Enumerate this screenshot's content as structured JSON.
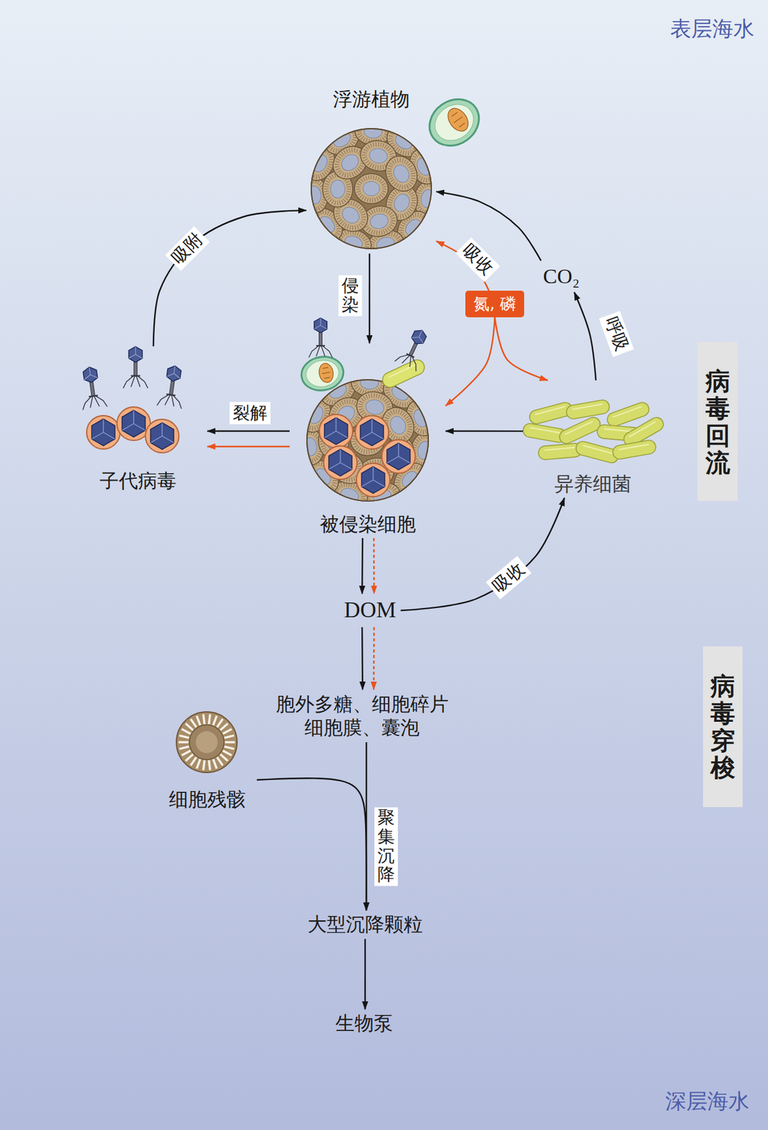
{
  "diagram": {
    "nodes": [
      {
        "text": [
          "浮游植物"
        ]
      },
      {
        "text": [
          "CO₂"
        ]
      },
      {
        "text": [
          "氮, 磷"
        ]
      },
      {
        "text": [
          "子代病毒"
        ]
      },
      {
        "text": [
          "被侵染细胞"
        ]
      },
      {
        "text": [
          "异养细菌"
        ]
      },
      {
        "text": [
          "病毒回流"
        ]
      },
      {
        "text": [
          "DOM"
        ]
      },
      {
        "text": [
          "胞外多糖、细胞碎片 细胞膜、囊泡"
        ]
      },
      {
        "text": [
          "病毒穿梭"
        ]
      },
      {
        "text": [
          "细胞残骸"
        ]
      },
      {
        "text": [
          "大型沉降颗粒"
        ]
      },
      {
        "text": [
          "生物泵"
        ]
      }
    ],
    "edges": [
      {
        "from": 3,
        "to": 0,
        "arrow": "to",
        "label": "吸附"
      },
      {
        "from": 0,
        "to": 4,
        "arrow": "to",
        "label": "侵染"
      },
      {
        "from": 4,
        "to": 3,
        "arrow": "to",
        "label": "裂解"
      },
      {
        "from": 4,
        "to": 3,
        "arrow": "to"
      },
      {
        "from": 5,
        "to": 4,
        "arrow": "to"
      },
      {
        "from": 5,
        "to": 1,
        "arrow": "to",
        "label": "呼吸"
      },
      {
        "from": 1,
        "to": 0,
        "arrow": "to"
      },
      {
        "from": 2,
        "to": 0,
        "arrow": "to",
        "label": "吸收"
      },
      {
        "from": 2,
        "to": 4,
        "arrow": "to"
      },
      {
        "from": 2,
        "to": 5,
        "arrow": "to"
      },
      {
        "from": 4,
        "to": 7,
        "arrow": "to"
      },
      {
        "from": 4,
        "to": 7,
        "arrow": "to"
      },
      {
        "from": 7,
        "to": 5,
        "arrow": "to",
        "label": "吸收"
      },
      {
        "from": 7,
        "to": 8,
        "arrow": "to"
      },
      {
        "from": 7,
        "to": 8,
        "arrow": "to"
      },
      {
        "from": 8,
        "to": 11,
        "arrow": "to",
        "label": "聚集沉降"
      },
      {
        "from": 10,
        "to": 11,
        "arrow": "to"
      },
      {
        "from": 11,
        "to": 12,
        "arrow": "to"
      }
    ],
    "labels": [
      "表层海水",
      "深层海水"
    ]
  }
}
